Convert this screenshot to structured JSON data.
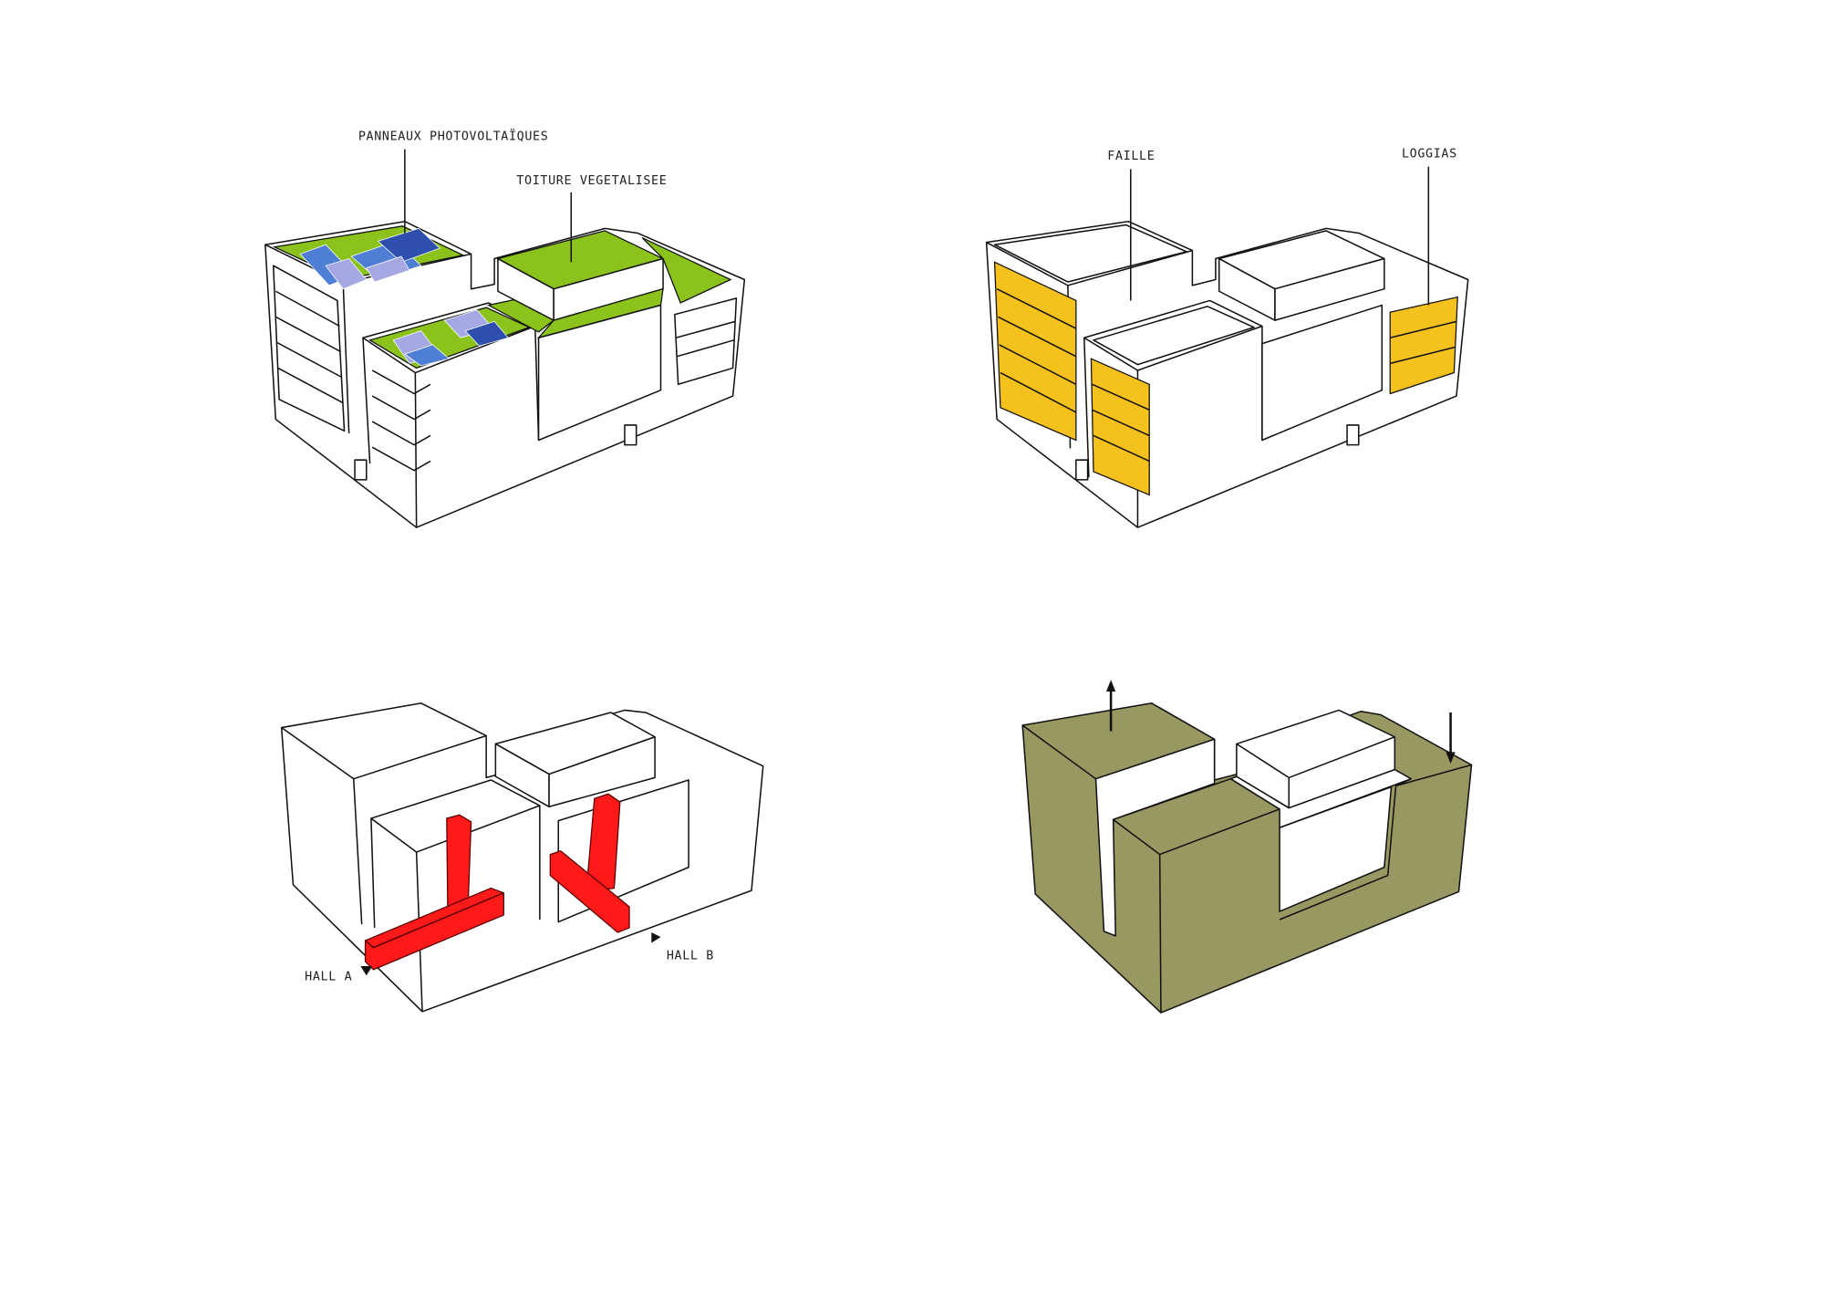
{
  "diagrams": {
    "top_left": {
      "title": "Roof features",
      "labels": {
        "solar": "PANNEAUX PHOTOVOLTAÏQUES",
        "green_roof": "TOITURE VEGETALISEE"
      }
    },
    "top_right": {
      "labels": {
        "faille": "FAILLE",
        "loggias": "LOGGIAS"
      }
    },
    "bottom_left": {
      "labels": {
        "hall_a": "HALL A",
        "hall_b": "HALL B"
      }
    },
    "bottom_right": {}
  },
  "colors": {
    "green_roof": "#8cc21c",
    "solar_panel": "#4f7fd4",
    "loggias": "#f5c11c",
    "circulation": "#ff1a1a",
    "volume": "#9a9862"
  }
}
